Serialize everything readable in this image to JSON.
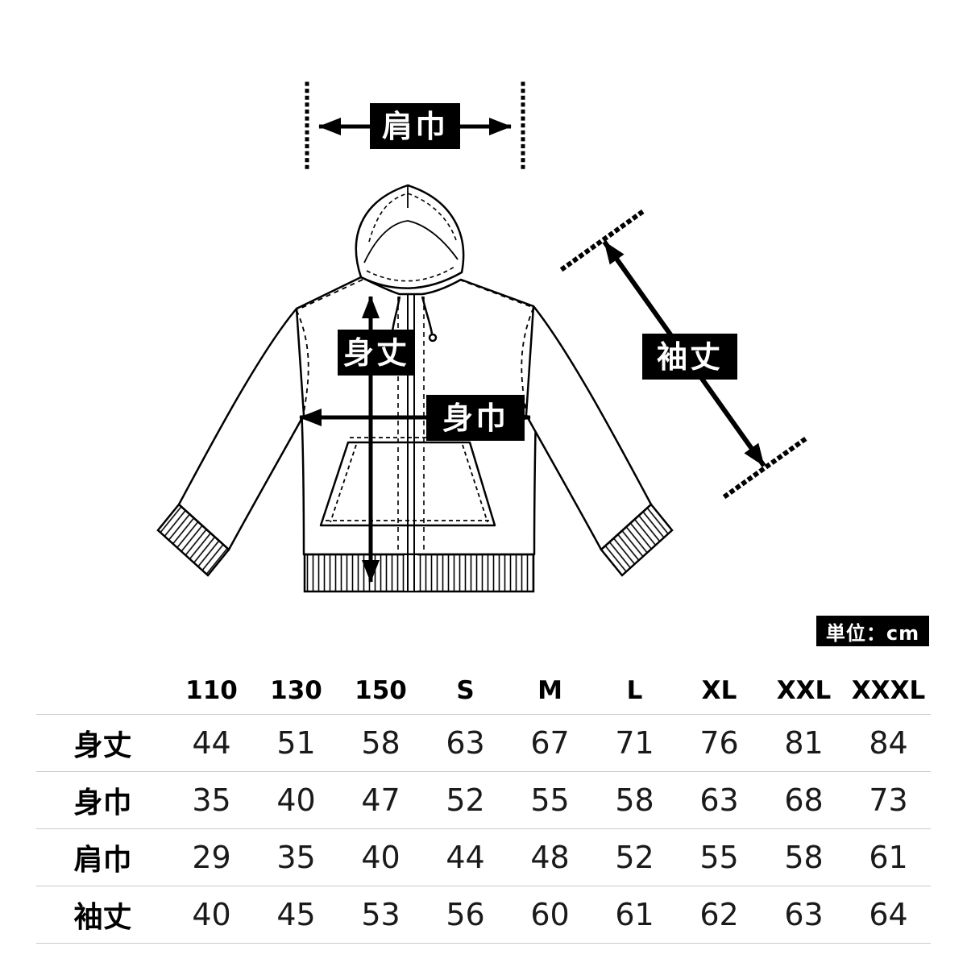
{
  "diagram": {
    "measure_labels": {
      "shoulder_width": "肩巾",
      "body_length": "身丈",
      "body_width": "身巾",
      "sleeve_length": "袖丈"
    },
    "unit_badge": "単位：cm",
    "colors": {
      "label_bg": "#000000",
      "label_text": "#ffffff",
      "line": "#000000"
    }
  },
  "size_table": {
    "corner_label": "",
    "columns": [
      "110",
      "130",
      "150",
      "S",
      "M",
      "L",
      "XL",
      "XXL",
      "XXXL"
    ],
    "rows": [
      {
        "label": "身丈",
        "values": [
          44,
          51,
          58,
          63,
          67,
          71,
          76,
          81,
          84
        ]
      },
      {
        "label": "身巾",
        "values": [
          35,
          40,
          47,
          52,
          55,
          58,
          63,
          68,
          73
        ]
      },
      {
        "label": "肩巾",
        "values": [
          29,
          35,
          40,
          44,
          48,
          52,
          55,
          58,
          61
        ]
      },
      {
        "label": "袖丈",
        "values": [
          40,
          45,
          53,
          56,
          60,
          61,
          62,
          63,
          64
        ]
      }
    ]
  }
}
